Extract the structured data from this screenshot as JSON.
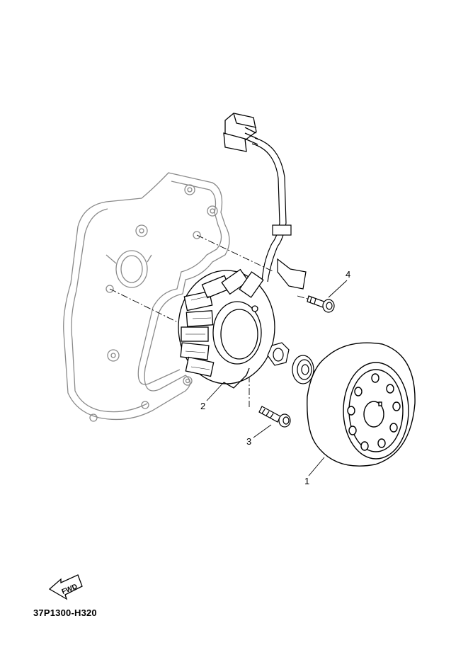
{
  "parts": [
    {
      "number": "1",
      "name": "rotor"
    },
    {
      "number": "2",
      "name": "stator"
    },
    {
      "number": "3",
      "name": "stator-bolt"
    },
    {
      "number": "4",
      "name": "lead-clamp-bolt"
    }
  ],
  "direction_label": "FWD",
  "diagram_code": "37P1300-H320",
  "colors": {
    "line": "#000000",
    "faint": "#8a8a8a",
    "background": "#ffffff"
  }
}
